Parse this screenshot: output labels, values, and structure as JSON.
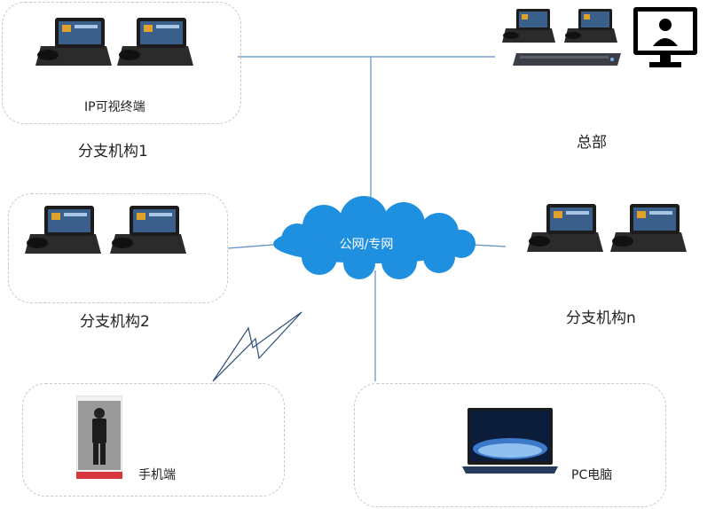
{
  "network": {
    "cloud_label": "公网/专网"
  },
  "branch1": {
    "title": "分支机构1",
    "caption": "IP可视终端"
  },
  "branch2": {
    "title": "分支机构2"
  },
  "branchn": {
    "title": "分支机构n"
  },
  "headquarters": {
    "title": "总部"
  },
  "mobile": {
    "caption": "手机端"
  },
  "pc": {
    "caption": "PC电脑"
  },
  "colors": {
    "link": "#5b8fc3",
    "cloud": "#1f8fe0",
    "box_border": "#c8c8c8"
  },
  "icons": [
    "video-phone-icon",
    "server-rack-icon",
    "monitor-icon",
    "mobile-phone-icon",
    "laptop-icon",
    "wireless-signal-icon",
    "cloud-icon"
  ]
}
